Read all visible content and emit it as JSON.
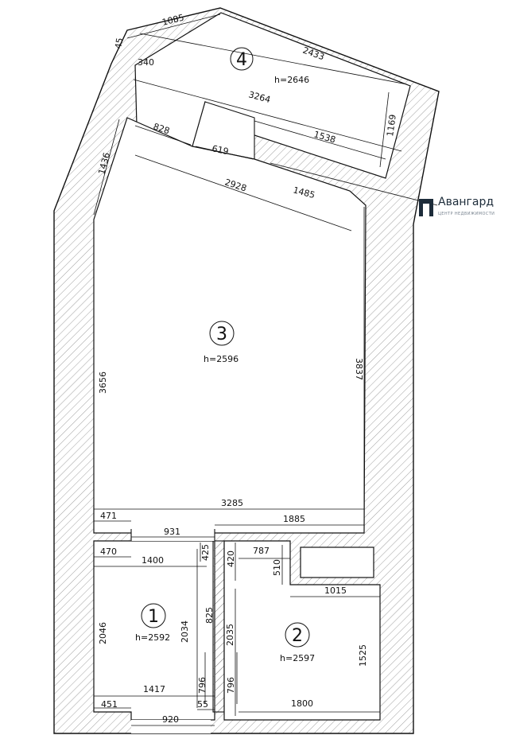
{
  "brand": {
    "name": "Авангард",
    "tagline": "ЦЕНТР НЕДВИЖИМОСТИ"
  },
  "rooms": [
    {
      "number": "1",
      "height": "h=2592"
    },
    {
      "number": "2",
      "height": "h=2597"
    },
    {
      "number": "3",
      "height": "h=2596"
    },
    {
      "number": "4",
      "height": "h=2646"
    }
  ],
  "dimensions": {
    "d1085": "1085",
    "d45": "45",
    "d340": "340",
    "d2433": "2433",
    "d3264": "3264",
    "d828": "828",
    "d619": "619",
    "d1538": "1538",
    "d1169": "1169",
    "d1436": "1436",
    "d2928": "2928",
    "d1485": "1485",
    "d3656": "3656",
    "d3837": "3837",
    "d3285": "3285",
    "d471": "471",
    "d1885": "1885",
    "d931": "931",
    "d470": "470",
    "d1400": "1400",
    "d425": "425",
    "d420": "420",
    "d787": "787",
    "d510": "510",
    "d1015": "1015",
    "d825": "825",
    "d2046": "2046",
    "d2034": "2034",
    "d2035": "2035",
    "d1525": "1525",
    "d1417": "1417",
    "d796a": "796",
    "d796b": "796",
    "d451": "451",
    "d55": "55",
    "d1800": "1800",
    "d920": "920"
  },
  "colors": {
    "line": "#111111",
    "hatch": "#555555",
    "brand": "#1d2c3a"
  }
}
